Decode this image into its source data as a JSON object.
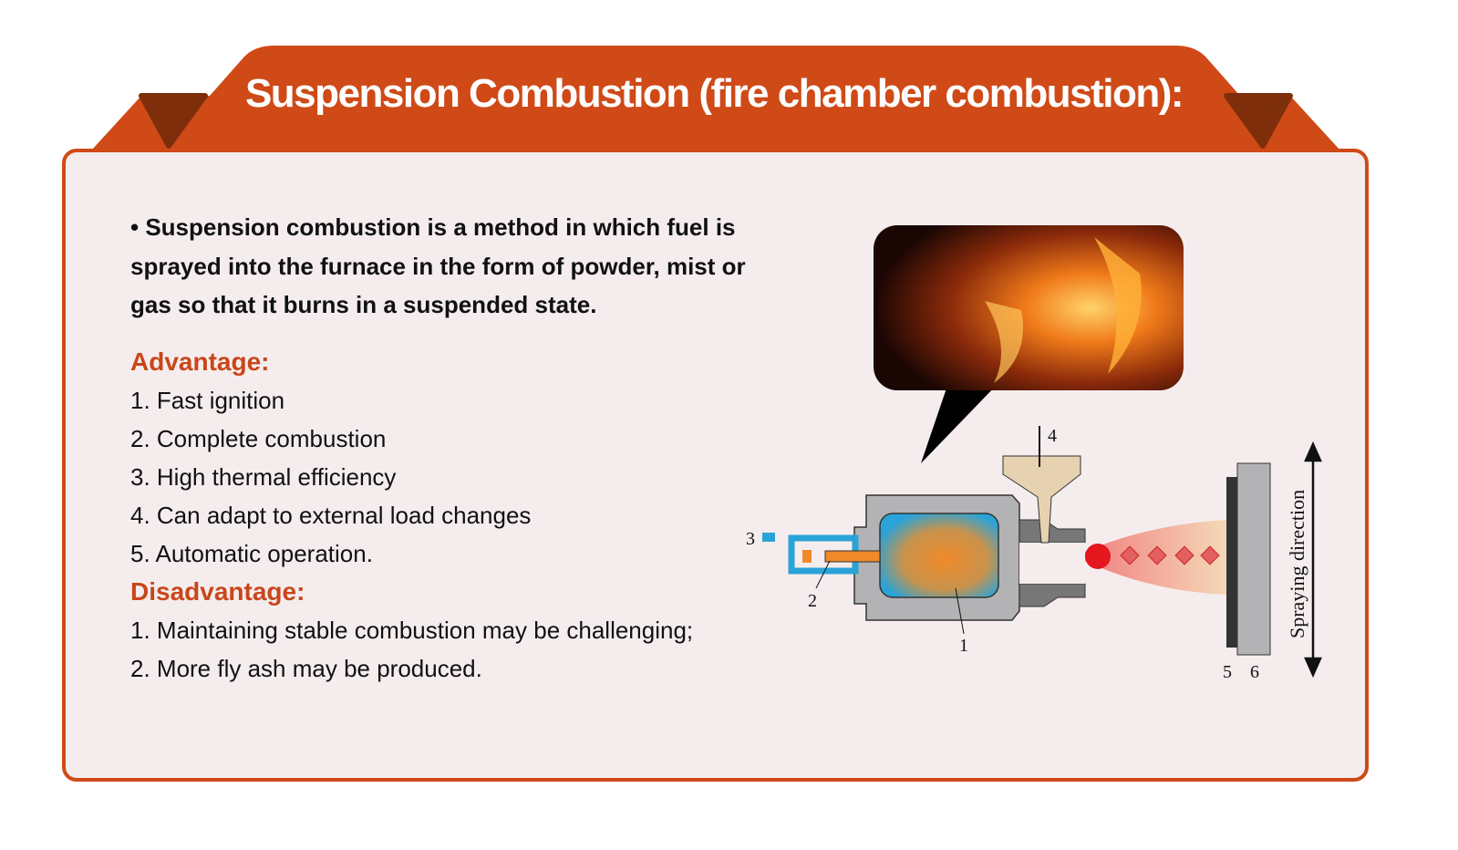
{
  "title": "Suspension Combustion (fire chamber combustion):",
  "intro": "• Suspension combustion is a method in which fuel is sprayed into the furnace in the form of powder, mist or gas so that it burns in a suspended state.",
  "advantage": {
    "heading": "Advantage:",
    "items": [
      "1. Fast ignition",
      "2. Complete combustion",
      "3. High thermal efficiency",
      "4. Can adapt to external load changes",
      "5. Automatic operation."
    ]
  },
  "disadvantage": {
    "heading": "Disadvantage:",
    "items": [
      "1. Maintaining stable combustion may be challenging;",
      "2. More fly ash may be produced."
    ]
  },
  "diagram": {
    "labels": {
      "l1": "1",
      "l2": "2",
      "l3": "3",
      "l4": "4",
      "l5": "5",
      "l6": "6"
    },
    "direction": "Spraying direction"
  },
  "colors": {
    "accent": "#cf4a17",
    "dark_accent": "#7e2e0b",
    "panel": "#f5eded",
    "heading": "#c9461a"
  }
}
